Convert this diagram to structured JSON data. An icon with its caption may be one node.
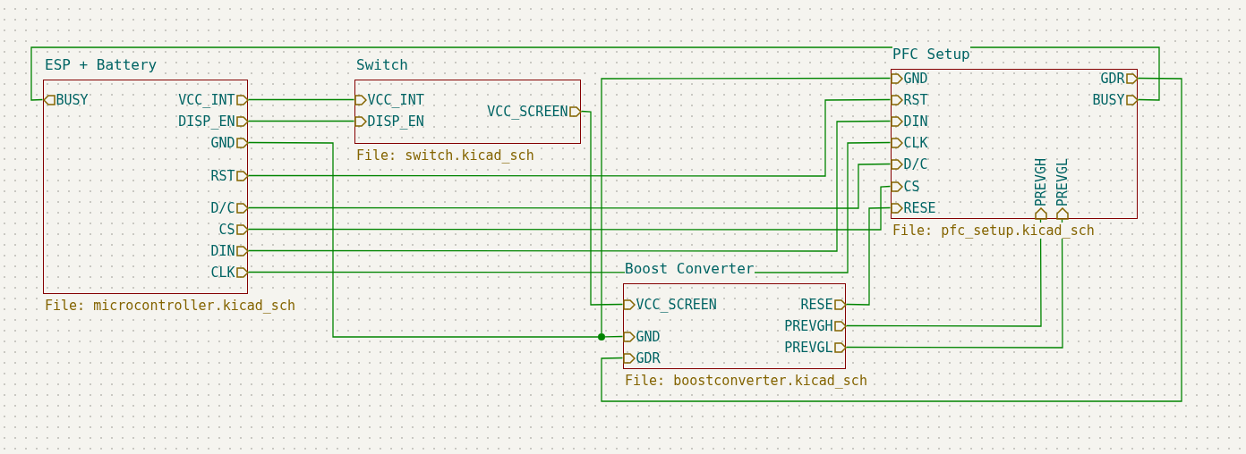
{
  "diagram": {
    "nodes": [
      {
        "text": [
          "ESP + Battery"
        ],
        "beside": [
          "File: microcontroller.kicad_sch"
        ]
      },
      {
        "text": [
          "BUSY"
        ],
        "in": 0
      },
      {
        "text": [
          "VCC_INT"
        ],
        "in": 0
      },
      {
        "text": [
          "DISP_EN"
        ],
        "in": 0
      },
      {
        "text": [
          "GND"
        ],
        "in": 0
      },
      {
        "text": [
          "RST"
        ],
        "in": 0
      },
      {
        "text": [
          "D/C"
        ],
        "in": 0
      },
      {
        "text": [
          "CS"
        ],
        "in": 0
      },
      {
        "text": [
          "DIN"
        ],
        "in": 0
      },
      {
        "text": [
          "CLK"
        ],
        "in": 0
      },
      {
        "text": [
          "Switch"
        ],
        "beside": [
          "File: switch.kicad_sch"
        ]
      },
      {
        "text": [
          "VCC_INT"
        ],
        "in": 10
      },
      {
        "text": [
          "DISP_EN"
        ],
        "in": 10
      },
      {
        "text": [
          "VCC_SCREEN"
        ],
        "in": 10
      },
      {
        "text": [
          "PFC Setup"
        ],
        "beside": [
          "File: pfc_setup.kicad_sch"
        ]
      },
      {
        "text": [
          "GND"
        ],
        "in": 14
      },
      {
        "text": [
          "RST"
        ],
        "in": 14
      },
      {
        "text": [
          "DIN"
        ],
        "in": 14
      },
      {
        "text": [
          "CLK"
        ],
        "in": 14
      },
      {
        "text": [
          "D/C"
        ],
        "in": 14
      },
      {
        "text": [
          "CS"
        ],
        "in": 14
      },
      {
        "text": [
          "RESE"
        ],
        "in": 14
      },
      {
        "text": [
          "GDR"
        ],
        "in": 14
      },
      {
        "text": [
          "BUSY"
        ],
        "in": 14
      },
      {
        "text": [
          "PREVGH"
        ],
        "in": 14
      },
      {
        "text": [
          "PREVGL"
        ],
        "in": 14
      },
      {
        "text": [
          "Boost Converter"
        ],
        "beside": [
          "File: boostconverter.kicad_sch"
        ]
      },
      {
        "text": [
          "VCC_SCREEN"
        ],
        "in": 26
      },
      {
        "text": [
          "GND"
        ],
        "in": 26
      },
      {
        "text": [
          "GDR"
        ],
        "in": 26
      },
      {
        "text": [
          "RESE"
        ],
        "in": 26
      },
      {
        "text": [
          "PREVGH"
        ],
        "in": 26
      },
      {
        "text": [
          "PREVGL"
        ],
        "in": 26
      },
      {
        "text": [],
        "shape": "circle"
      }
    ],
    "edges": [
      {
        "from": 1,
        "to": 23,
        "arrow": "none"
      },
      {
        "from": 2,
        "to": 11,
        "arrow": "none"
      },
      {
        "from": 3,
        "to": 12,
        "arrow": "none"
      },
      {
        "from": 4,
        "to": 33,
        "arrow": "none"
      },
      {
        "from": 33,
        "to": 28,
        "arrow": "none"
      },
      {
        "from": 33,
        "to": 15,
        "arrow": "none"
      },
      {
        "from": 13,
        "to": 27,
        "arrow": "none"
      },
      {
        "from": 5,
        "to": 16,
        "arrow": "none"
      },
      {
        "from": 6,
        "to": 19,
        "arrow": "none"
      },
      {
        "from": 7,
        "to": 20,
        "arrow": "none"
      },
      {
        "from": 8,
        "to": 17,
        "arrow": "none"
      },
      {
        "from": 9,
        "to": 18,
        "arrow": "none"
      },
      {
        "from": 30,
        "to": 21,
        "arrow": "none"
      },
      {
        "from": 31,
        "to": 24,
        "arrow": "none"
      },
      {
        "from": 32,
        "to": 25,
        "arrow": "none"
      },
      {
        "from": 22,
        "to": 29,
        "arrow": "none"
      }
    ]
  }
}
